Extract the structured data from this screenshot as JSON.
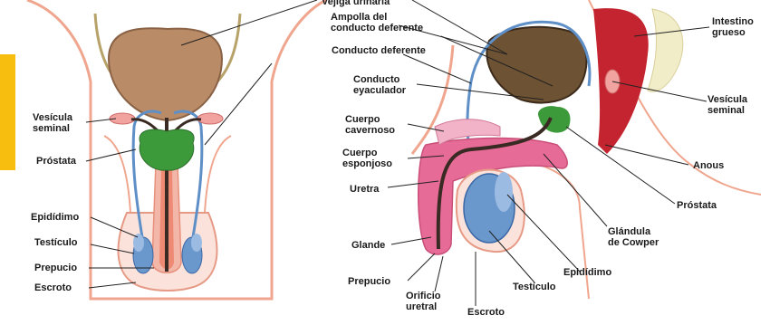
{
  "colors": {
    "tab": "#f7bd0f",
    "bladder": "#b98b66",
    "prostate": "#3d9a3b",
    "skin": "#f3c6b8",
    "cavernous": "#e985a6",
    "duct": "#5f8fc7",
    "testis": "#6b98cc",
    "urethra": "#3a2a24",
    "intestine": "#c4242f",
    "spine": "#f2edc9"
  },
  "left_view": {
    "labels": {
      "vesicula": "Vesícula\nseminal",
      "prostata": "Próstata",
      "epididimo": "Epidídimo",
      "testiculo": "Testículo",
      "prepucio": "Prepucio",
      "escroto": "Escroto"
    }
  },
  "right_view": {
    "labels": {
      "vejiga": "Vejiga urinaria",
      "ampolla": "Ampolla del\nconducto deferente",
      "conducto_deferente": "Conducto deferente",
      "conducto_eyaculador": "Conducto\neyaculador",
      "cuerpo_cavernoso": "Cuerpo\ncavernoso",
      "cuerpo_esponjoso": "Cuerpo\nesponjoso",
      "uretra": "Uretra",
      "glande": "Glande",
      "prepucio": "Prepucio",
      "orificio": "Orificio\nuretral",
      "escroto": "Escroto",
      "testiculo": "Testículo",
      "epididimo": "Epidídimo",
      "cowper": "Glándula\nde Cowper",
      "prostata": "Próstata",
      "anus": "Anous",
      "vesicula": "Vesícula\nseminal",
      "intestino": "Intestino\ngrueso"
    }
  }
}
